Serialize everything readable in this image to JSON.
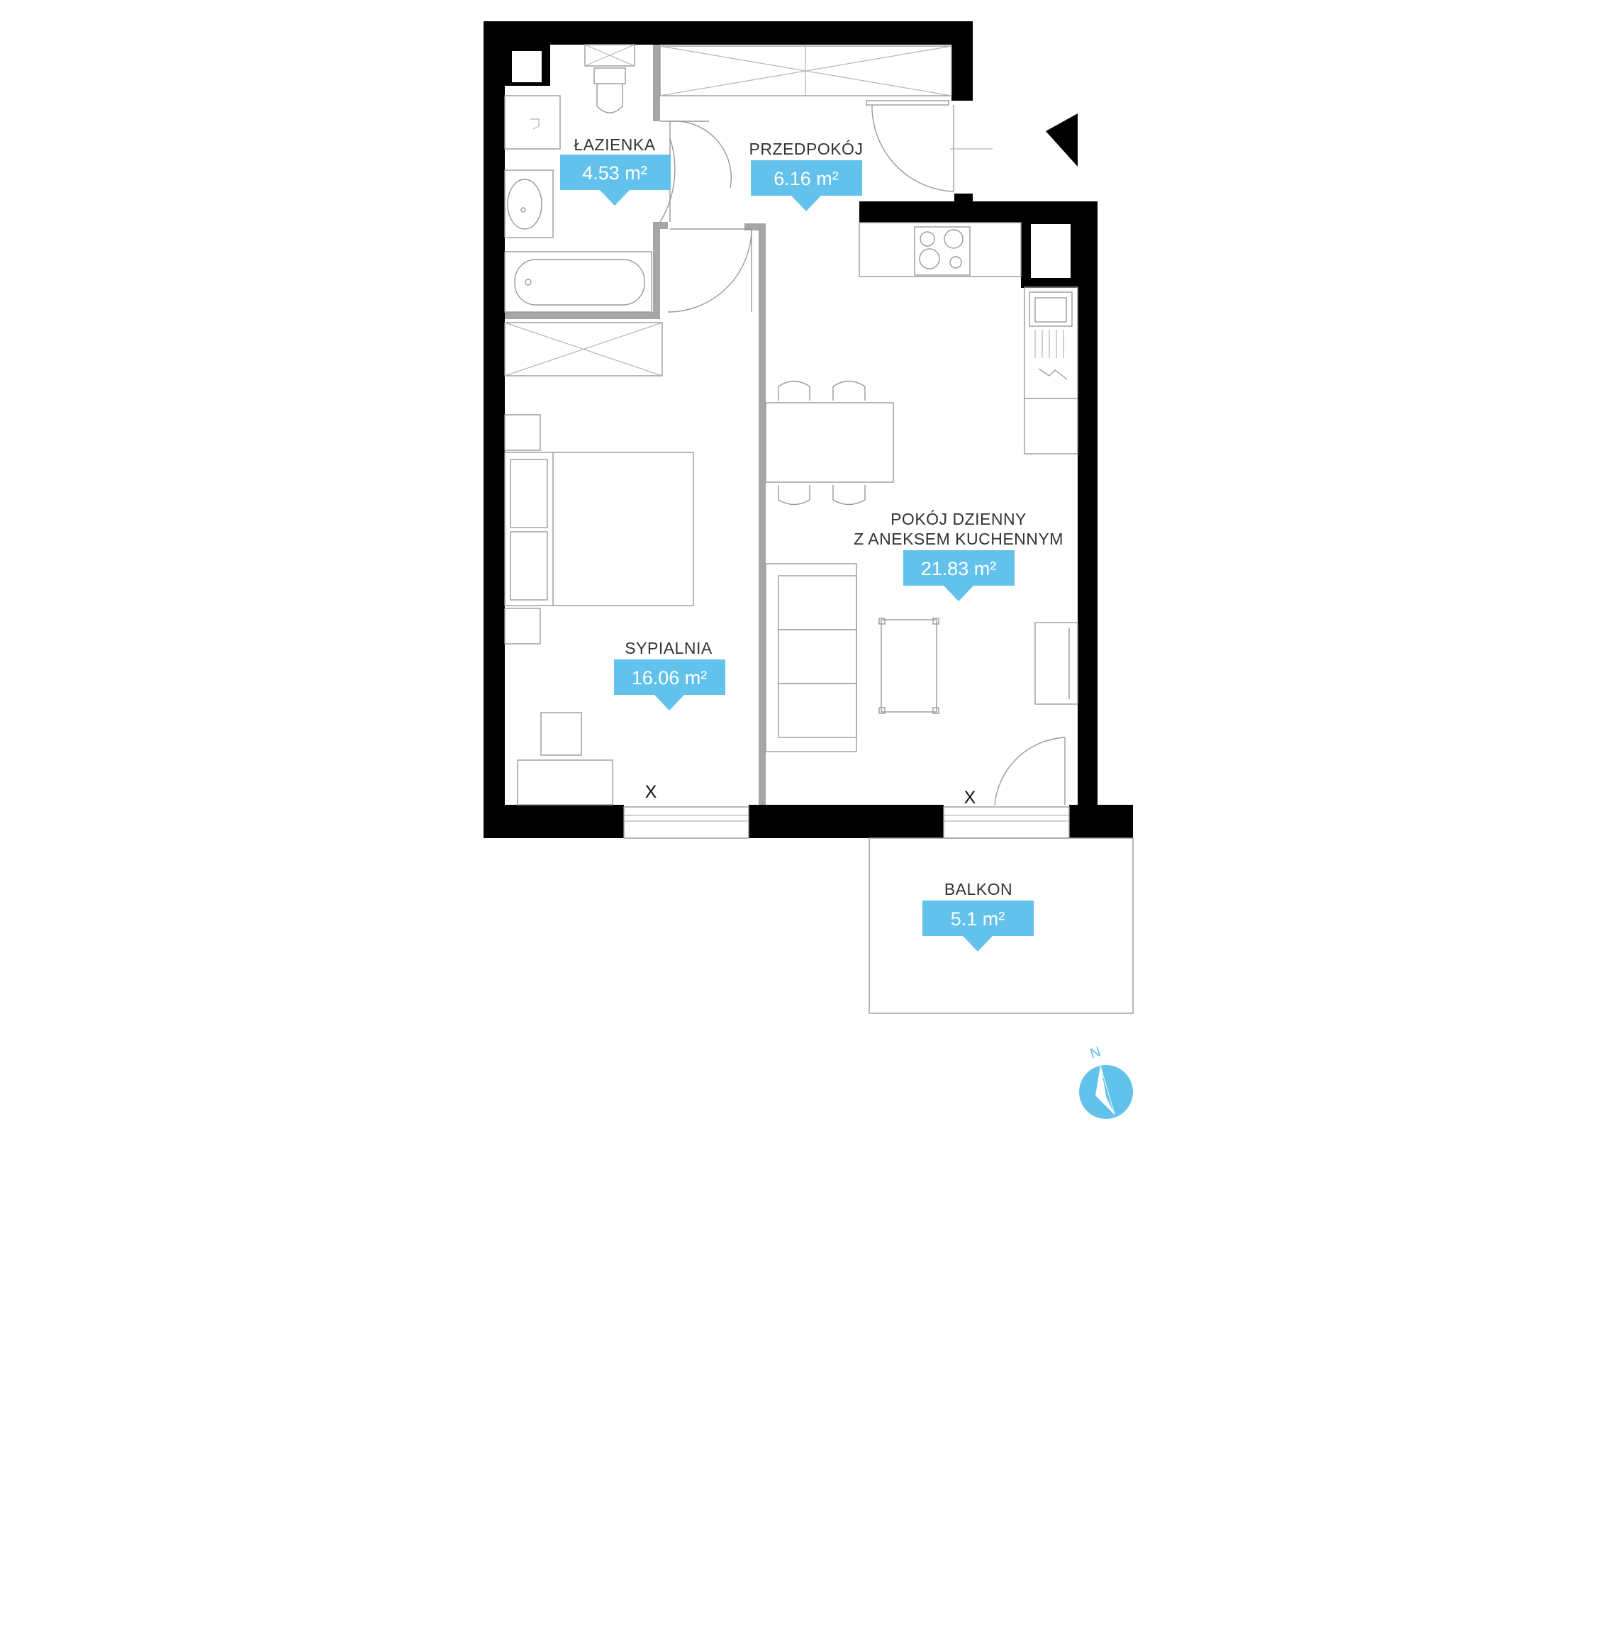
{
  "colors": {
    "accent": "#62c2ec",
    "wall": "#000000",
    "partition": "#a6a6a6",
    "fixture_line": "#9a9a9a"
  },
  "rooms": {
    "lazienka": {
      "name": "ŁAZIENKA",
      "area": "4.53 m²"
    },
    "przedpokoj": {
      "name": "PRZEDPOKÓJ",
      "area": "6.16 m²"
    },
    "pokoj_dzienny": {
      "name_line1": "POKÓJ DZIENNY",
      "name_line2": "Z ANEKSEM KUCHENNYM",
      "area": "21.83 m²"
    },
    "sypialnia": {
      "name": "SYPIALNIA",
      "area": "16.06 m²"
    },
    "balkon": {
      "name": "BALKON",
      "area": "5.1 m²"
    }
  },
  "window_marks": {
    "bedroom": "X",
    "living": "X"
  },
  "compass": {
    "label": "N",
    "icon": "north-compass-icon"
  },
  "entrance": {
    "icon": "entrance-arrow-icon"
  }
}
